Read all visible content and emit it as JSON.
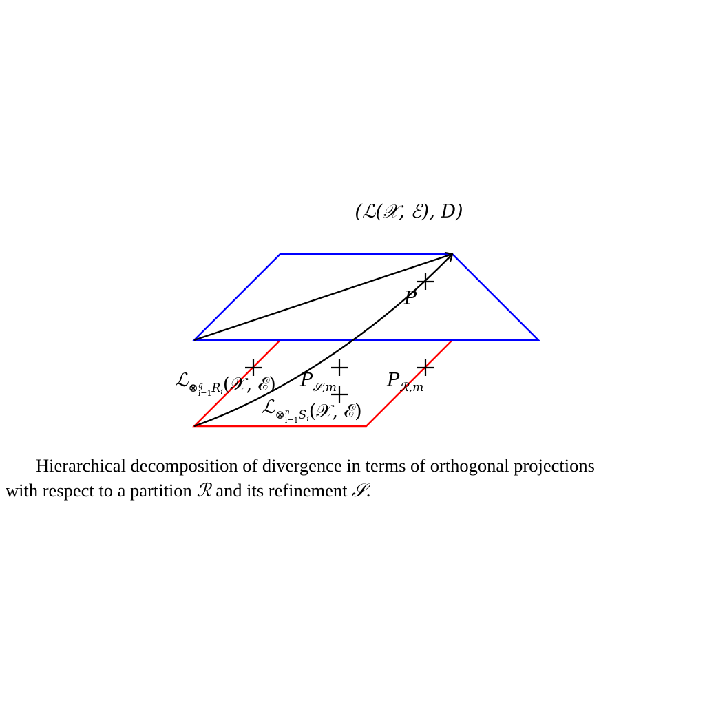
{
  "colors": {
    "upper_plane": "#0000ff",
    "lower_plane": "#ff0000",
    "arrows": "#000000"
  },
  "labels": {
    "space": "(ℒ(𝒳, ℰ), D)",
    "P": "P",
    "L_R_base": "ℒ",
    "L_R_sub": "⊗",
    "L_R_subsub_sup": "q",
    "L_R_subsub_sub": "i=1",
    "L_R_subtail": "R",
    "L_R_subtail_sub": "i",
    "L_R_arg": "(𝒳, ℰ)",
    "P_S_m_base": "P",
    "P_S_m_sub": "𝒮,m",
    "P_R_m_base": "P",
    "P_R_m_sub": "ℛ,m",
    "L_S_base": "ℒ",
    "L_S_sub": "⊗",
    "L_S_subsub_sup": "n",
    "L_S_subsub_sub": "i=1",
    "L_S_subtail": "S",
    "L_S_subtail_sub": "i",
    "L_S_arg": "(𝒳, ℰ)"
  },
  "caption": {
    "line1": "Hierarchical decomposition of divergence in terms of orthogonal projections",
    "line2_a": "with respect to a partition ",
    "line2_R": "ℛ",
    "line2_b": " and its refinement ",
    "line2_S": "𝒮",
    "line2_c": "."
  }
}
